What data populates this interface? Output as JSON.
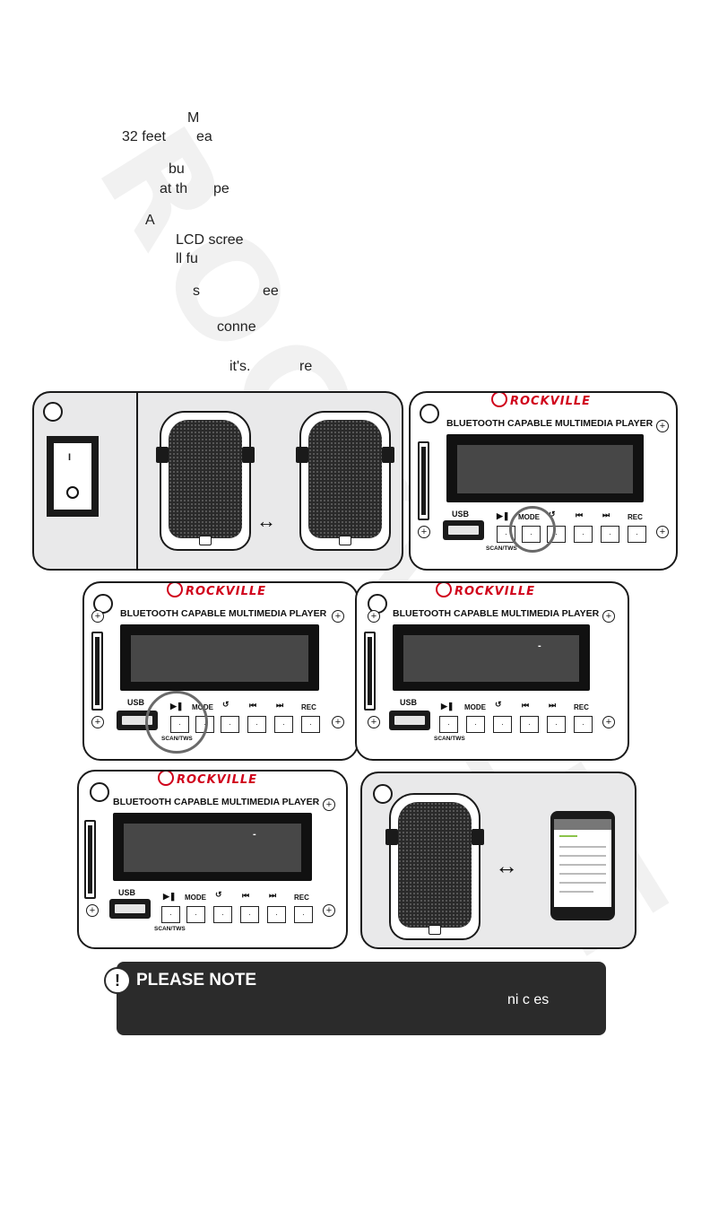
{
  "watermark": "ROCKVILLE",
  "fragments": [
    {
      "id": "f1",
      "text": "M"
    },
    {
      "id": "f2",
      "text": "32 feet"
    },
    {
      "id": "f3",
      "text": "ea"
    },
    {
      "id": "f4",
      "text": "bu"
    },
    {
      "id": "f5",
      "text": "at th"
    },
    {
      "id": "f6",
      "text": "pe"
    },
    {
      "id": "f7",
      "text": "A"
    },
    {
      "id": "f8",
      "text": "LCD scree"
    },
    {
      "id": "f9",
      "text": "ll fu"
    },
    {
      "id": "f10",
      "text": "s"
    },
    {
      "id": "f11",
      "text": "ee"
    },
    {
      "id": "f12",
      "text": "conne"
    },
    {
      "id": "f13",
      "text": "it's."
    },
    {
      "id": "f14",
      "text": "re"
    }
  ],
  "brand": "ROCKVILLE",
  "player_title": "BLUETOOTH CAPABLE MULTIMEDIA PLAYER",
  "controls": {
    "usb": "USB",
    "play": "▶❚",
    "mode": "MODE",
    "repeat": "↺",
    "prev": "⏮",
    "next": "⏭",
    "rec": "REC",
    "scan": "SCAN/TWS"
  },
  "lcd_dash": "-",
  "switch_on_mark": "I",
  "note": {
    "icon": "!",
    "title": "PLEASE NOTE",
    "fragment": "ni     c     es"
  }
}
